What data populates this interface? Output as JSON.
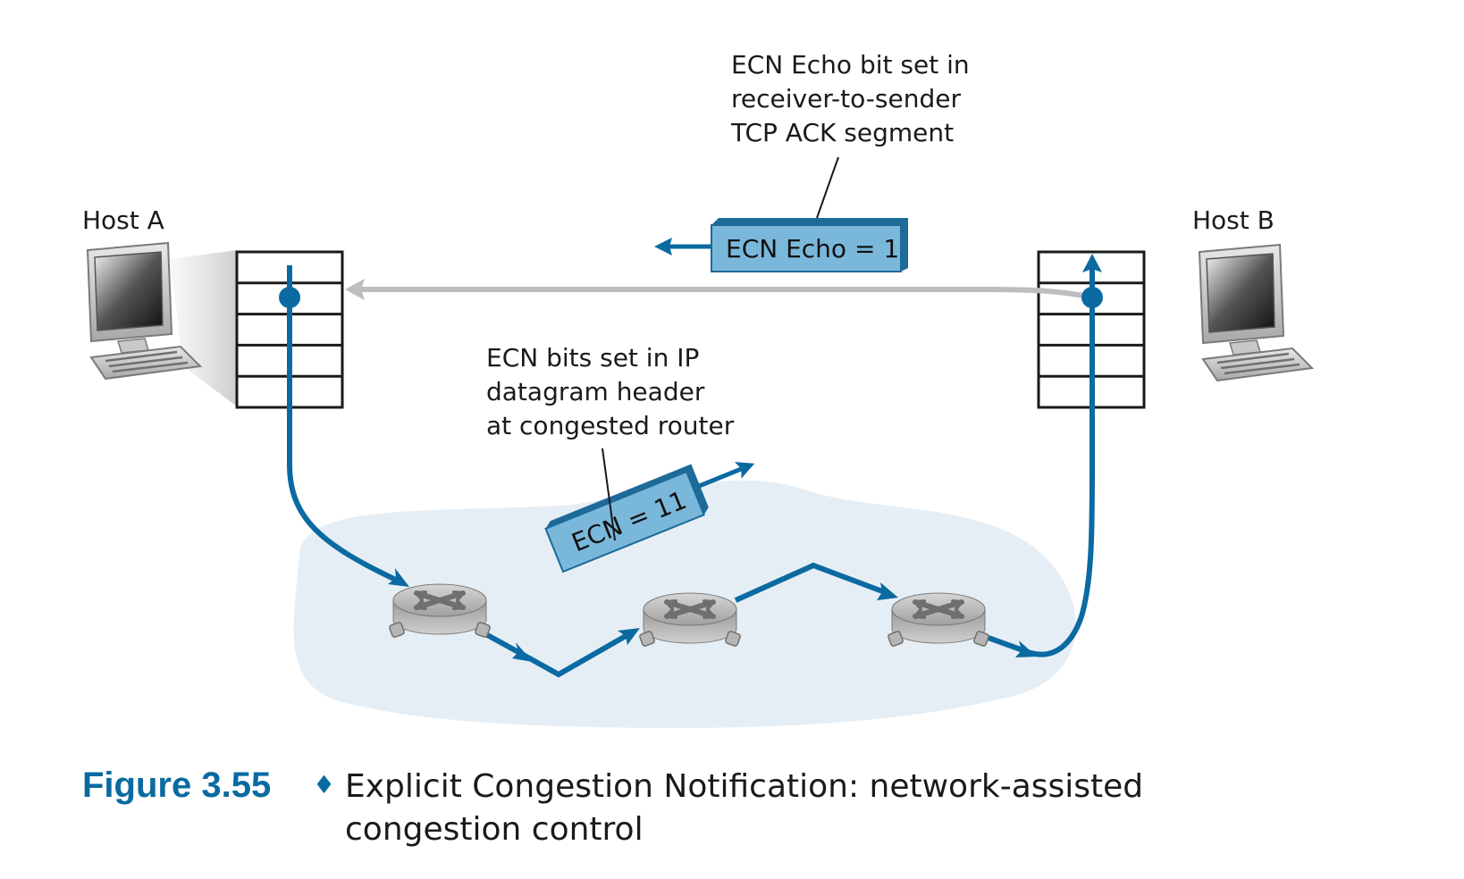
{
  "hosts": {
    "a_label": "Host A",
    "b_label": "Host B"
  },
  "annotations": {
    "echo_line1": "ECN Echo bit set in",
    "echo_line2": "receiver-to-sender",
    "echo_line3": "TCP ACK segment",
    "ip_line1": "ECN bits set in IP",
    "ip_line2": "datagram header",
    "ip_line3": "at congested router"
  },
  "packets": {
    "echo": "ECN Echo = 1",
    "ecn": "ECN = 11"
  },
  "caption": {
    "number": "Figure 3.55",
    "separator": "♦",
    "line1": "Explicit Congestion Notification: network-assisted",
    "line2": "congestion control"
  },
  "colors": {
    "path_blue": "#0a6aa1",
    "ack_gray": "#bdbdbd",
    "packet_fill": "#7ab8db",
    "packet_dark": "#1e6a98",
    "cloud": "#e6eef5"
  },
  "icons": {
    "host": "desktop-computer-icon",
    "router": "router-icon"
  }
}
